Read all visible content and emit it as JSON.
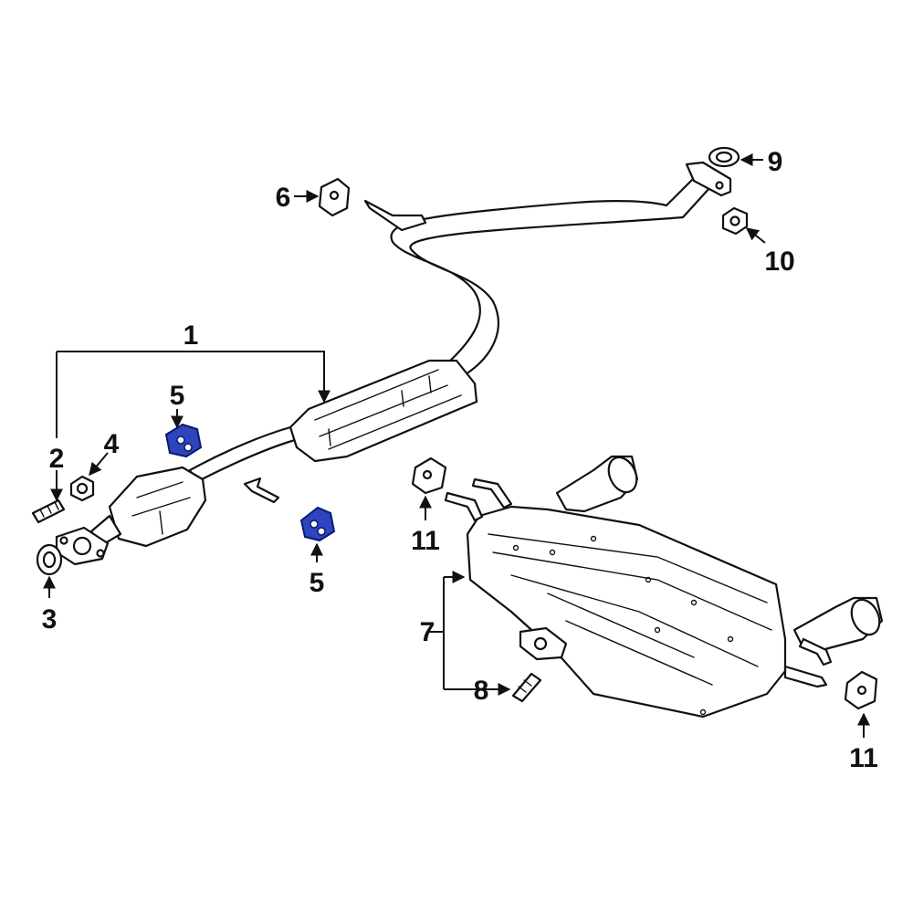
{
  "callouts": {
    "c1": "1",
    "c2": "2",
    "c3": "3",
    "c4": "4",
    "c5a": "5",
    "c5b": "5",
    "c6": "6",
    "c7": "7",
    "c8": "8",
    "c9": "9",
    "c10": "10",
    "c11a": "11",
    "c11b": "11"
  },
  "colors": {
    "highlight": "#2f45c0",
    "line": "#111111",
    "background": "#ffffff"
  }
}
